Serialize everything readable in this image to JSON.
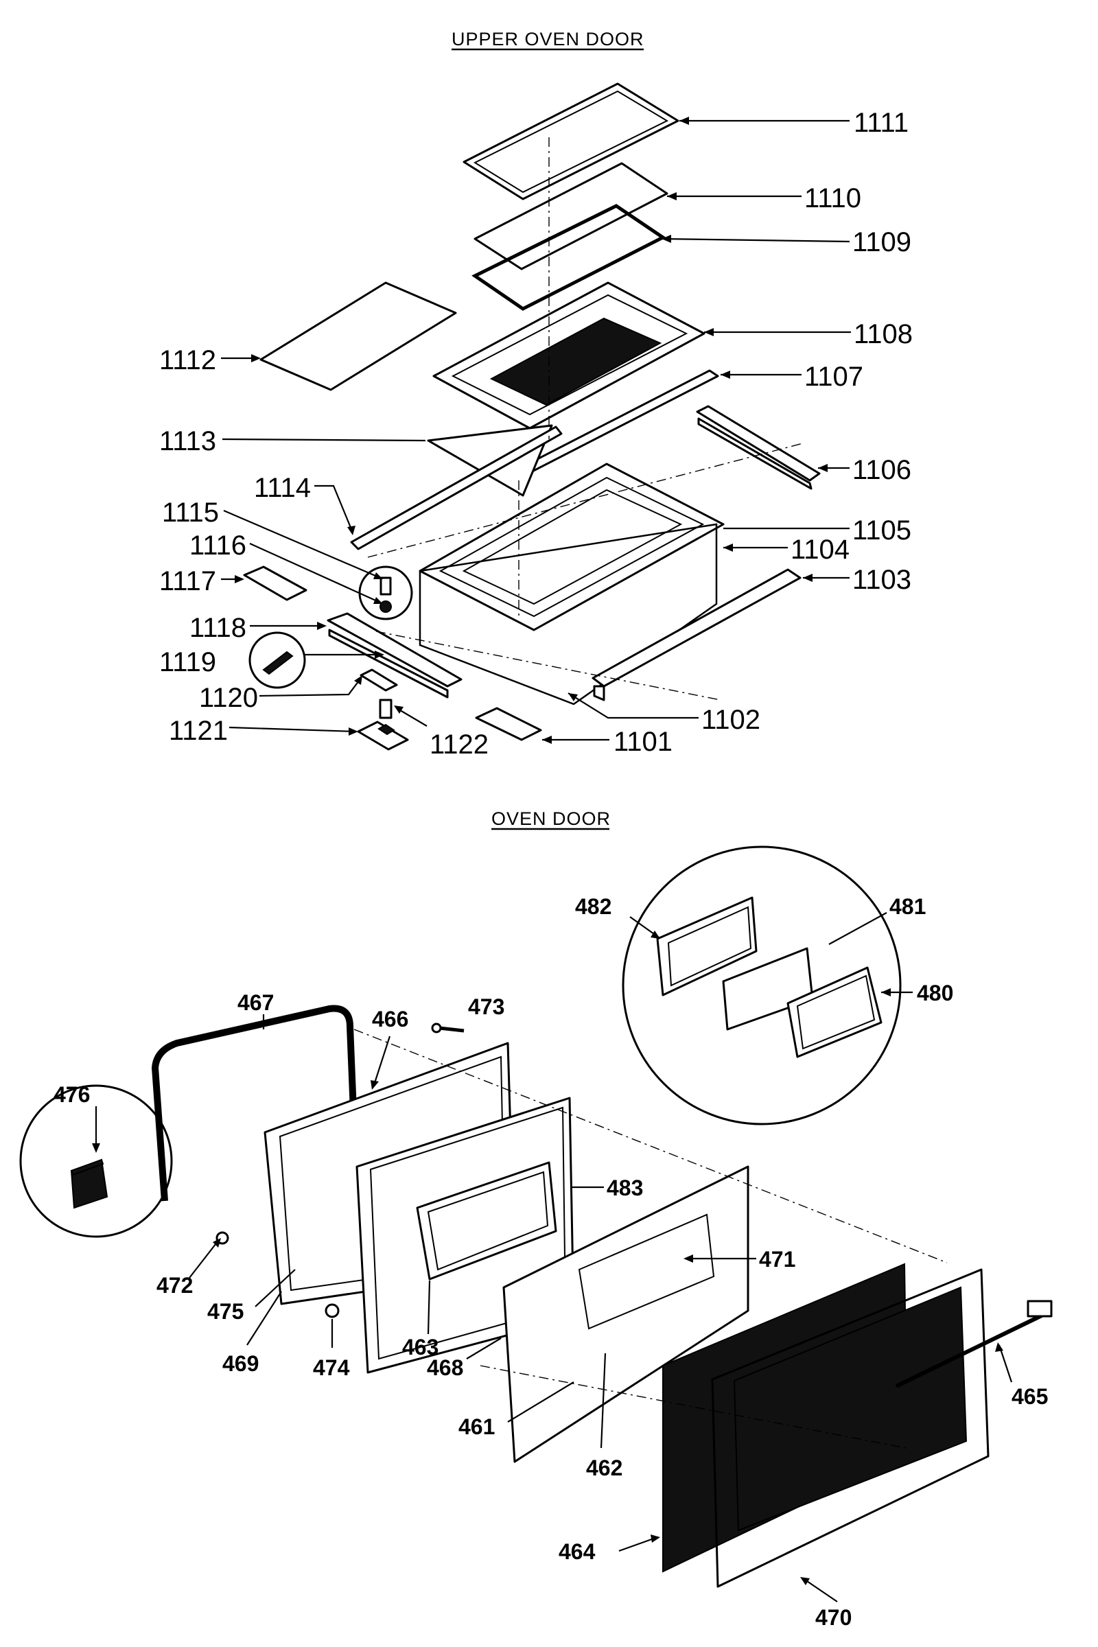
{
  "sections": {
    "upper_title": "UPPER OVEN DOOR",
    "oven_title": "OVEN DOOR"
  },
  "upper_labels": [
    {
      "id": "1111",
      "text": "1111"
    },
    {
      "id": "1110",
      "text": "1110"
    },
    {
      "id": "1109",
      "text": "1109"
    },
    {
      "id": "1108",
      "text": "1108"
    },
    {
      "id": "1107",
      "text": "1107"
    },
    {
      "id": "1106",
      "text": "1106"
    },
    {
      "id": "1105",
      "text": "1105"
    },
    {
      "id": "1104",
      "text": "1104"
    },
    {
      "id": "1103",
      "text": "1103"
    },
    {
      "id": "1102",
      "text": "1102"
    },
    {
      "id": "1101",
      "text": "1101"
    },
    {
      "id": "1112",
      "text": "1112"
    },
    {
      "id": "1113",
      "text": "1113"
    },
    {
      "id": "1114",
      "text": "1114"
    },
    {
      "id": "1115",
      "text": "1115"
    },
    {
      "id": "1116",
      "text": "1116"
    },
    {
      "id": "1117",
      "text": "1117"
    },
    {
      "id": "1118",
      "text": "1118"
    },
    {
      "id": "1119",
      "text": "1119"
    },
    {
      "id": "1120",
      "text": "1120"
    },
    {
      "id": "1121",
      "text": "1121"
    },
    {
      "id": "1122",
      "text": "1122"
    }
  ],
  "oven_labels": [
    {
      "id": "482",
      "text": "482"
    },
    {
      "id": "481",
      "text": "481"
    },
    {
      "id": "480",
      "text": "480"
    },
    {
      "id": "467",
      "text": "467"
    },
    {
      "id": "466",
      "text": "466"
    },
    {
      "id": "473",
      "text": "473"
    },
    {
      "id": "476",
      "text": "476"
    },
    {
      "id": "483",
      "text": "483"
    },
    {
      "id": "471",
      "text": "471"
    },
    {
      "id": "472",
      "text": "472"
    },
    {
      "id": "475",
      "text": "475"
    },
    {
      "id": "463",
      "text": "463"
    },
    {
      "id": "468",
      "text": "468"
    },
    {
      "id": "469",
      "text": "469"
    },
    {
      "id": "474",
      "text": "474"
    },
    {
      "id": "461",
      "text": "461"
    },
    {
      "id": "462",
      "text": "462"
    },
    {
      "id": "465",
      "text": "465"
    },
    {
      "id": "464",
      "text": "464"
    },
    {
      "id": "470",
      "text": "470"
    }
  ]
}
